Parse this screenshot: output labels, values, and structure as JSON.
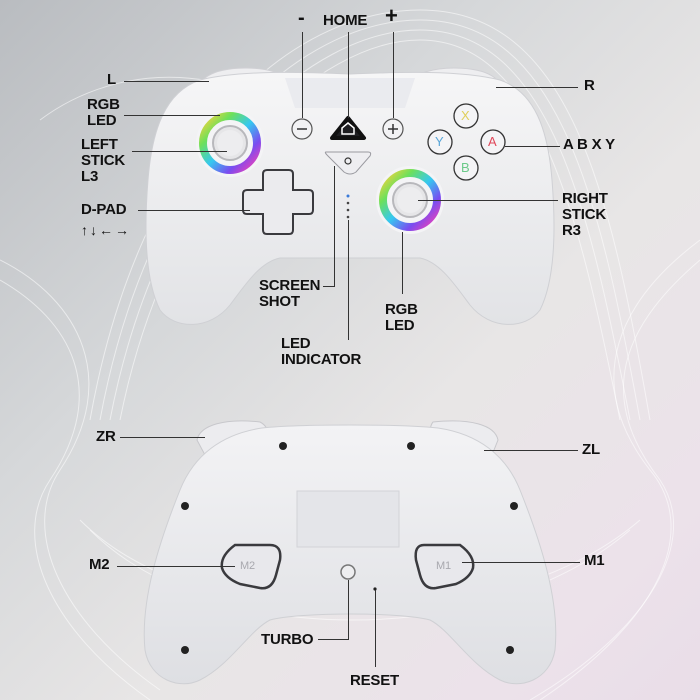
{
  "front_labels": {
    "minus": "-",
    "home": "HOME",
    "plus": "+",
    "l": "L",
    "r": "R",
    "rgb_led_left": [
      "RGB",
      "LED"
    ],
    "left_stick": [
      "LEFT",
      "STICK",
      "L3"
    ],
    "abxy": "A B X Y",
    "dpad": "D-PAD",
    "dpad_arrows": "↑↓←→",
    "right_stick": [
      "RIGHT",
      "STICK",
      "R3"
    ],
    "screenshot": [
      "SCREEN",
      "SHOT"
    ],
    "rgb_led_right": [
      "RGB",
      "LED"
    ],
    "led_indicator": [
      "LED",
      "INDICATOR"
    ]
  },
  "back_labels": {
    "zr": "ZR",
    "zl": "ZL",
    "m2": "M2",
    "m1": "M1",
    "turbo": "TURBO",
    "reset": "RESET"
  },
  "buttons": {
    "x": {
      "label": "X",
      "color": "#e8d66a"
    },
    "y": {
      "label": "Y",
      "color": "#5aa6d8"
    },
    "a": {
      "label": "A",
      "color": "#e0485a"
    },
    "b": {
      "label": "B",
      "color": "#6cc98a"
    },
    "minus": "−",
    "plus": "+",
    "m1": "M1",
    "m2": "M2"
  }
}
